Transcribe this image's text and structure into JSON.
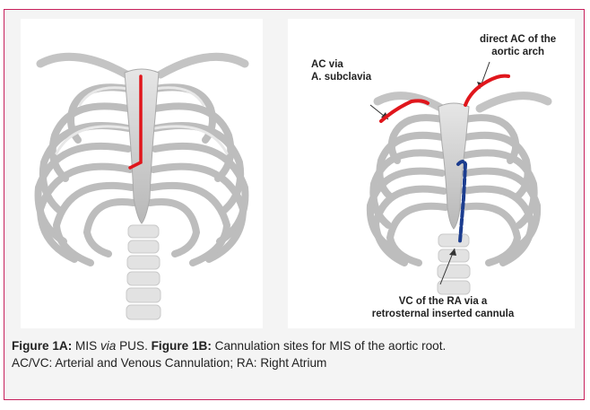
{
  "figure": {
    "panel_b_annotations": {
      "ac_subclavia": [
        "AC via",
        "A. subclavia"
      ],
      "direct_ac": [
        "direct AC of the",
        "aortic arch"
      ],
      "vc_ra": [
        "VC of the RA via a",
        "retrosternal inserted cannula"
      ]
    },
    "caption": {
      "label_a": "Figure 1A:",
      "text_a_1": " MIS ",
      "text_a_via": "via",
      "text_a_2": " PUS. ",
      "label_b": "Figure 1B:",
      "text_b": " Cannulation sites for MIS of the aortic root.",
      "abbreviations": "AC/VC: Arterial and Venous Cannulation; RA: Right Atrium"
    },
    "colors": {
      "border": "#c8205c",
      "arterial_line": "#e0161c",
      "venous_line": "#1c3d8f"
    }
  }
}
